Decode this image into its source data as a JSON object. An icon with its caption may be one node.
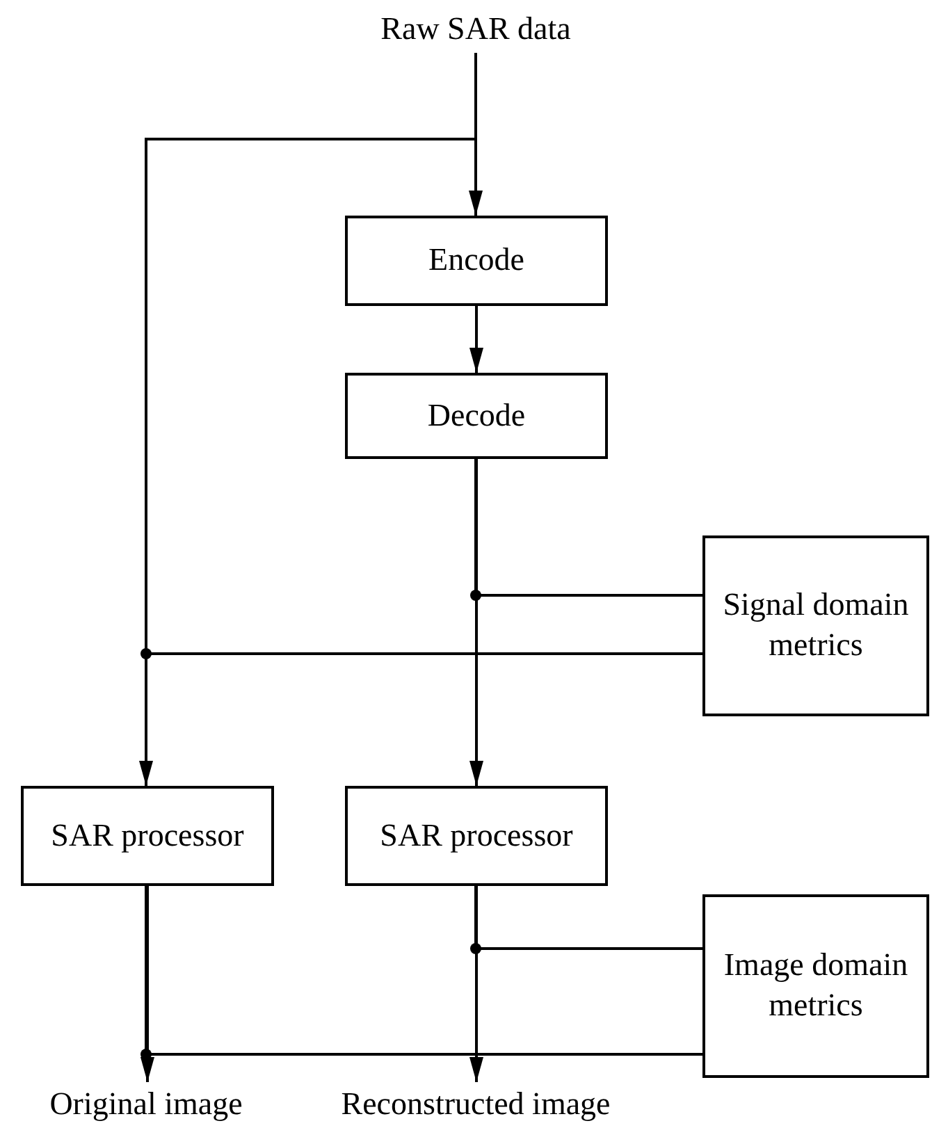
{
  "diagram": {
    "nodes": [
      {
        "text": [
          "Raw SAR data"
        ]
      },
      {
        "text": [
          "Encode"
        ]
      },
      {
        "text": [
          "Decode"
        ]
      },
      {
        "text": [
          "Signal domain metrics"
        ]
      },
      {
        "text": [
          "SAR processor"
        ]
      },
      {
        "text": [
          "SAR processor"
        ]
      },
      {
        "text": [
          "Image domain metrics"
        ]
      },
      {
        "text": [
          "Original image"
        ]
      },
      {
        "text": [
          "Reconstructed image"
        ]
      }
    ],
    "edges": [
      {
        "from": 0,
        "to": 1,
        "arrow": "to"
      },
      {
        "from": 0,
        "to": 4,
        "arrow": "to"
      },
      {
        "from": 1,
        "to": 2,
        "arrow": "to"
      },
      {
        "from": 2,
        "to": 3,
        "arrow": "none"
      },
      {
        "from": 0,
        "to": 3,
        "arrow": "none"
      },
      {
        "from": 2,
        "to": 5,
        "arrow": "to"
      },
      {
        "from": 5,
        "to": 6,
        "arrow": "none"
      },
      {
        "from": 4,
        "to": 6,
        "arrow": "none"
      },
      {
        "from": 4,
        "to": 7,
        "arrow": "to"
      },
      {
        "from": 5,
        "to": 8,
        "arrow": "to"
      }
    ]
  }
}
